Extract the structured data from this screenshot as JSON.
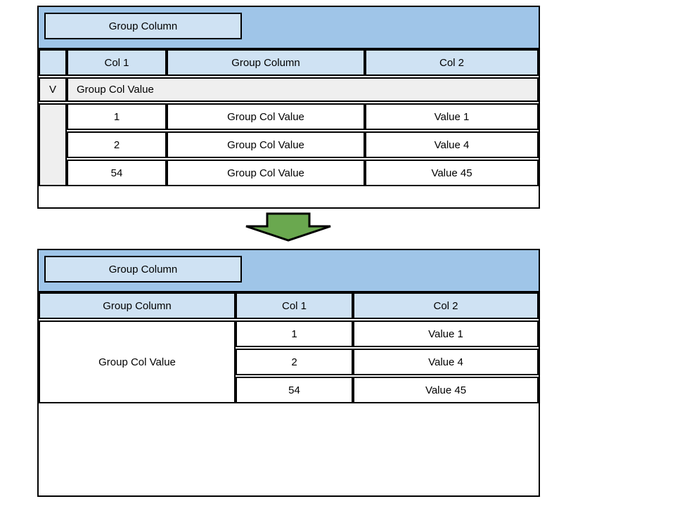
{
  "diagram_title": "group-column-transformation",
  "colors": {
    "band_blue": "#9fc5e8",
    "header_blue": "#cfe2f3",
    "group_gray": "#efefef",
    "arrow_green": "#6aa84f",
    "border": "#000000"
  },
  "arrow": {
    "direction": "down"
  },
  "before_table": {
    "banner_label": "Group Column",
    "headers": [
      "Col 1",
      "Group Column",
      "Col 2"
    ],
    "group_row": {
      "marker": "V",
      "label": "Group Col Value"
    },
    "rows": [
      {
        "col1": "1",
        "group": "Group Col Value",
        "col2": "Value 1"
      },
      {
        "col1": "2",
        "group": "Group Col Value",
        "col2": "Value 4"
      },
      {
        "col1": "54",
        "group": "Group Col Value",
        "col2": "Value 45"
      }
    ]
  },
  "after_table": {
    "banner_label": "Group Column",
    "headers": [
      "Group Column",
      "Col 1",
      "Col 2"
    ],
    "group_value": "Group Col Value",
    "rows": [
      {
        "col1": "1",
        "col2": "Value 1"
      },
      {
        "col1": "2",
        "col2": "Value 4"
      },
      {
        "col1": "54",
        "col2": "Value 45"
      }
    ]
  }
}
